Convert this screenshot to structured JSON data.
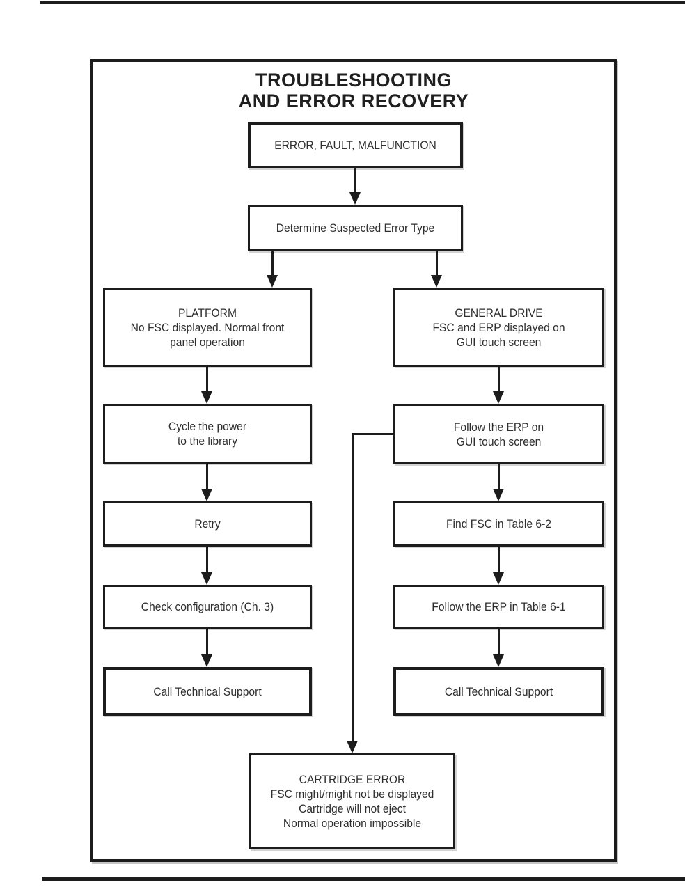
{
  "colors": {
    "ink": "#1c1c1c",
    "paper": "#ffffff"
  },
  "flowchart": {
    "title": "TROUBLESHOOTING\nAND ERROR RECOVERY",
    "nodes": {
      "error_fault": "ERROR, FAULT, MALFUNCTION",
      "determine": "Determine Suspected Error Type",
      "platform": "PLATFORM\nNo FSC displayed. Normal front\npanel operation",
      "general_drive": "GENERAL DRIVE\nFSC and ERP displayed on\nGUI touch screen",
      "cycle_power": "Cycle the power\nto the library",
      "follow_erp_gui": "Follow the ERP on\nGUI touch screen",
      "retry": "Retry",
      "find_fsc": "Find FSC in Table 6-2",
      "check_config": "Check configuration (Ch. 3)",
      "follow_erp_table": "Follow the ERP in Table 6-1",
      "call_support_left": "Call Technical Support",
      "call_support_right": "Call Technical Support",
      "cartridge_error": "CARTRIDGE ERROR\nFSC might/might not be displayed\nCartridge will not eject\nNormal operation impossible"
    },
    "edges": [
      [
        "error_fault",
        "determine"
      ],
      [
        "determine",
        "platform"
      ],
      [
        "determine",
        "general_drive"
      ],
      [
        "platform",
        "cycle_power"
      ],
      [
        "cycle_power",
        "retry"
      ],
      [
        "retry",
        "check_config"
      ],
      [
        "check_config",
        "call_support_left"
      ],
      [
        "general_drive",
        "follow_erp_gui"
      ],
      [
        "follow_erp_gui",
        "find_fsc"
      ],
      [
        "find_fsc",
        "follow_erp_table"
      ],
      [
        "follow_erp_table",
        "call_support_right"
      ],
      [
        "follow_erp_gui",
        "cartridge_error"
      ]
    ]
  }
}
